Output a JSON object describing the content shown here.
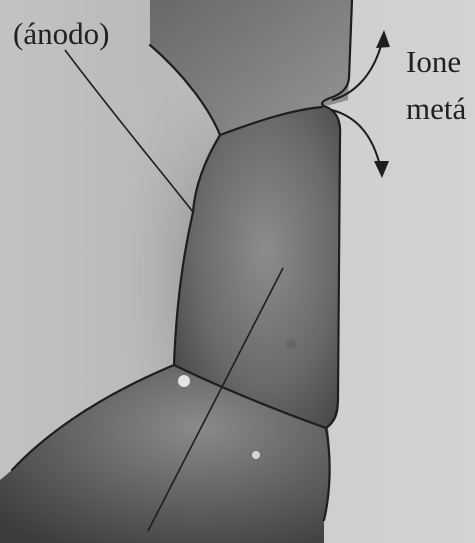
{
  "labels": {
    "anodo": "(ánodo)",
    "iones_line1": "Ione",
    "iones_line2": "metá"
  },
  "colors": {
    "paper": "#c9c9c7",
    "grain_dark": "#4a4a4a",
    "grain_light": "#8a8a8a",
    "line": "#1e1e1e"
  }
}
